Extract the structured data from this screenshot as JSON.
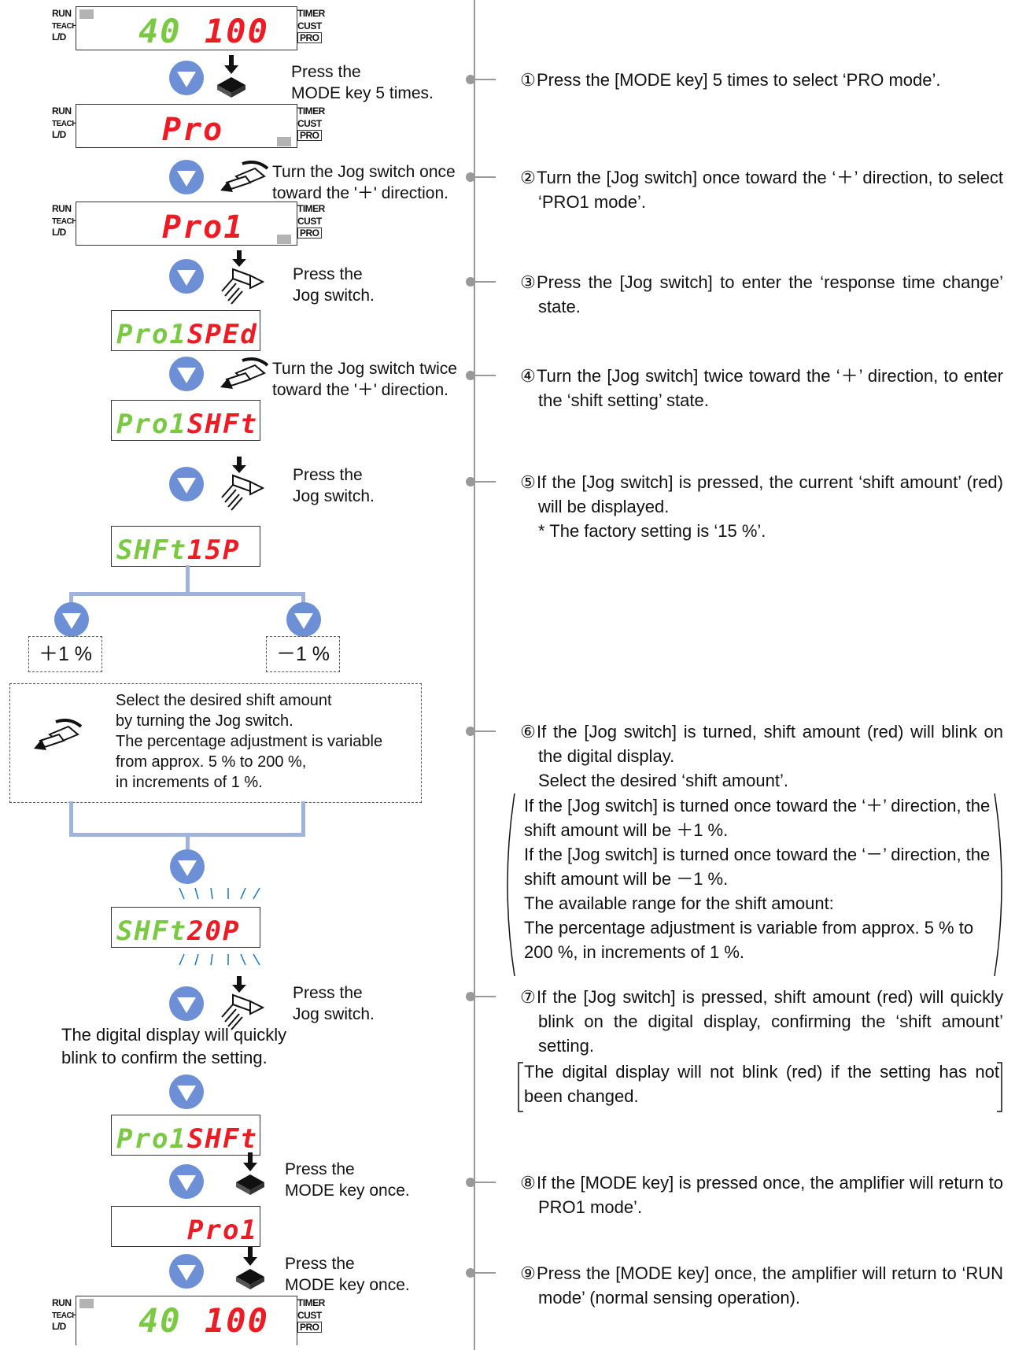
{
  "colors": {
    "green": "#7ac943",
    "red": "#ed1c24",
    "arrow": "#6d8fd6",
    "bar": "#9fb3dc",
    "gray": "#b3b3b3"
  },
  "status_labels": {
    "run": "RUN",
    "teach": "TEACH",
    "ld": "L/D",
    "timer": "TIMER",
    "cust": "CUST",
    "pro": "PRO"
  },
  "displays": {
    "d1": {
      "left": "40",
      "right": "100"
    },
    "d2": {
      "right": "Pro"
    },
    "d3": {
      "right": "Pro1"
    },
    "d4": {
      "left": "Pro1",
      "right": "SPEd"
    },
    "d5": {
      "left": "Pro1",
      "right": "SHFt"
    },
    "d6": {
      "left": "SHFt",
      "right": "15P"
    },
    "d7": {
      "left": "SHFt",
      "right": "20P"
    },
    "d8": {
      "left": "Pro1",
      "right": "SHFt"
    },
    "d9": {
      "right": "Pro1"
    },
    "d10": {
      "left": "40",
      "right": "100"
    }
  },
  "labels": {
    "l1": [
      "Press the",
      "MODE key 5 times."
    ],
    "l2": [
      "Turn the Jog switch once",
      "toward the '＋' direction."
    ],
    "l3": [
      "Press the",
      "Jog switch."
    ],
    "l4": [
      "Turn the Jog switch twice",
      "toward the '＋' direction."
    ],
    "l5": [
      "Press the",
      "Jog switch."
    ],
    "plus": "＋1 %",
    "minus": "－1 %",
    "select_box": [
      "Select the desired shift amount",
      "by turning the Jog switch.",
      "The percentage adjustment is variable",
      "from approx. 5 % to 200 %,",
      "in increments of 1 %."
    ],
    "l6": [
      "Press the",
      "Jog switch."
    ],
    "blink_note": [
      "The digital display will quickly",
      "blink to confirm the setting."
    ],
    "l7": [
      "Press the",
      "MODE key once."
    ],
    "l8": [
      "Press the",
      "MODE key once."
    ]
  },
  "steps": {
    "s1": {
      "num": "①",
      "text": "Press the [MODE key] 5 times to select ‘PRO mode’."
    },
    "s2": {
      "num": "②",
      "text": "Turn the [Jog switch] once toward the ‘＋’ direction, to select ‘PRO1 mode’."
    },
    "s3": {
      "num": "③",
      "text": "Press the [Jog switch] to enter the ‘response time change’ state."
    },
    "s4": {
      "num": "④",
      "text": "Turn the [Jog switch] twice toward the ‘＋’ direction, to enter the ‘shift setting’ state."
    },
    "s5": {
      "num": "⑤",
      "text": "If the [Jog switch] is pressed, the current ‘shift amount’ (red) will be displayed.",
      "note": "* The factory setting is ‘15 %’."
    },
    "s6": {
      "num": "⑥",
      "text": "If the [Jog switch] is turned, shift amount (red) will blink on the digital display.",
      "sub": "Select the desired ‘shift amount’.",
      "p1": "If the [Jog switch] is turned once toward the ‘＋’ direction, the shift amount will be ＋1 %.",
      "p2": "If the [Jog switch] is turned once toward the ‘－’ direction, the shift amount will be －1 %.",
      "p3": "The available range for the shift amount:",
      "p4": "The percentage adjustment is variable from approx. 5 % to 200 %, in increments of 1 %."
    },
    "s7": {
      "num": "⑦",
      "text": "If the [Jog switch] is pressed, shift amount (red) will quickly blink on the digital display, confirming the ‘shift amount’ setting.",
      "note": "The digital display will not blink (red) if the setting has not been changed."
    },
    "s8": {
      "num": "⑧",
      "text": "If the [MODE key] is pressed once, the amplifier will return to PRO1 mode’."
    },
    "s9": {
      "num": "⑨",
      "text": "Press the [MODE key] once, the amplifier will return to ‘RUN mode’ (normal sensing operation)."
    }
  }
}
